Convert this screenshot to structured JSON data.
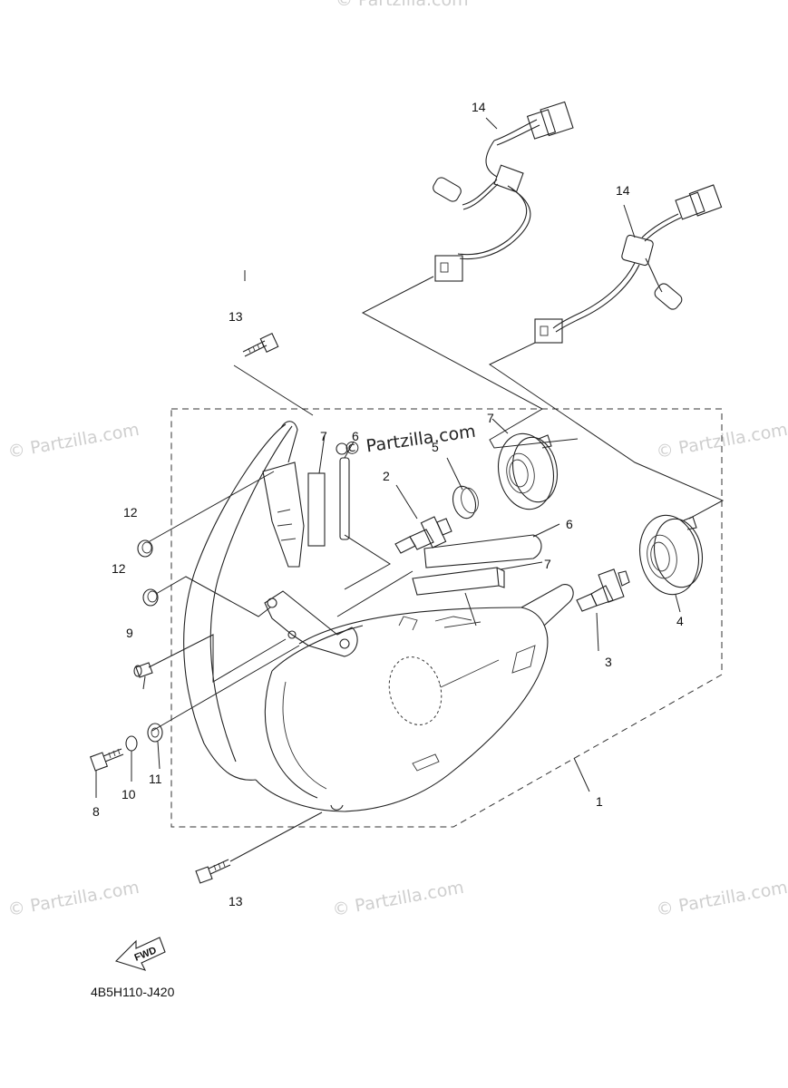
{
  "diagram": {
    "callouts": {
      "p1": "1",
      "p2": "2",
      "p3": "3",
      "p4": "4",
      "p5": "5",
      "p6a": "6",
      "p6b": "6",
      "p7a": "7",
      "p7b": "7",
      "p7c": "7",
      "p8": "8",
      "p9": "9",
      "p10": "10",
      "p11": "11",
      "p12a": "12",
      "p12b": "12",
      "p13a": "13",
      "p13b": "13",
      "p14a": "14",
      "p14b": "14"
    },
    "drawing_code": "4B5H110-J420",
    "fwd_label": "FWD",
    "watermark_text": "© Partzilla.com",
    "center_watermark_text": "© Partzilla.com"
  }
}
